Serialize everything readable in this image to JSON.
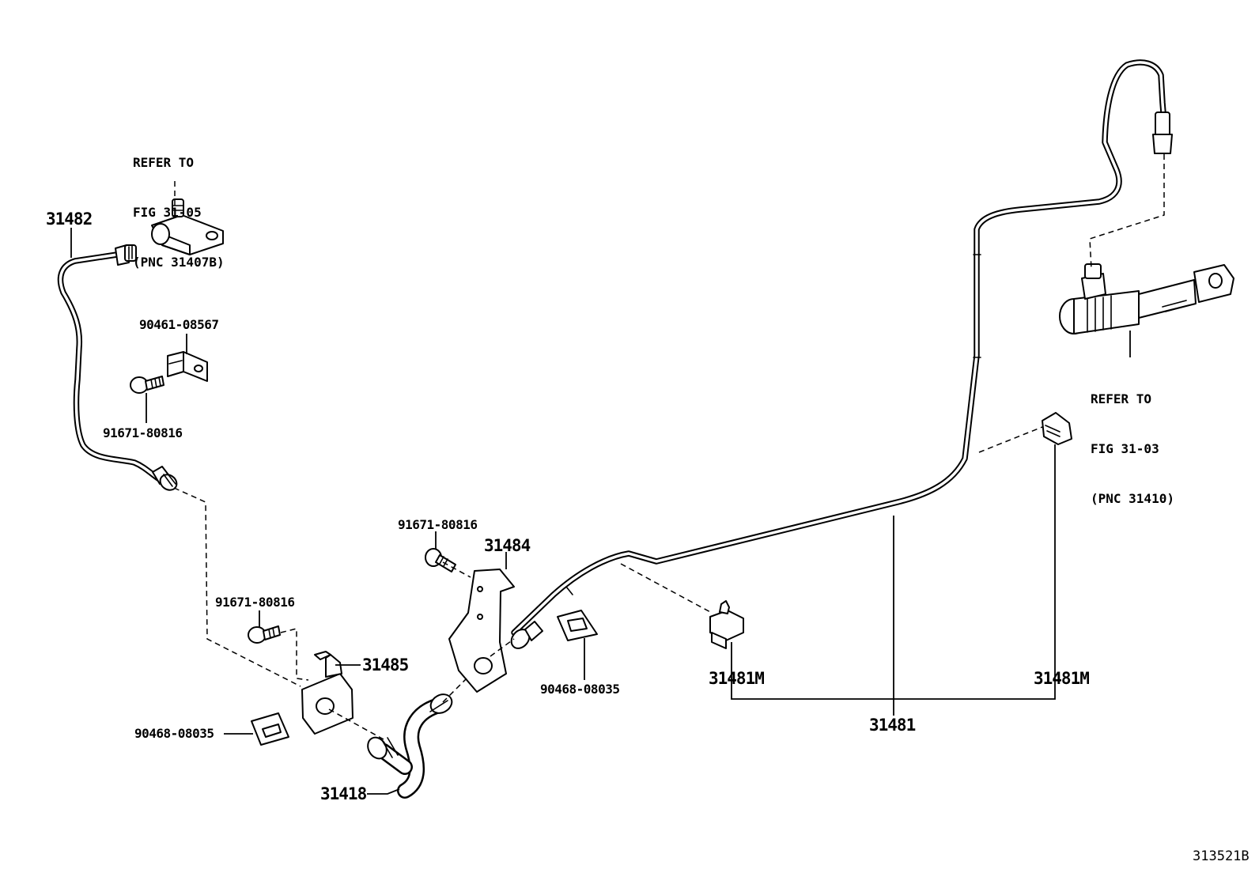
{
  "diagram": {
    "figure_id": "313521B",
    "refs": {
      "top_left": [
        "REFER TO",
        "FIG 31-05",
        "(PNC 31407B)"
      ],
      "right": [
        "REFER TO",
        "FIG 31-03",
        "(PNC 31410)"
      ]
    },
    "labels": {
      "p31482": "31482",
      "p90461": "90461-08567",
      "p91671_a": "91671-80816",
      "p91671_b": "91671-80816",
      "p91671_c": "91671-80816",
      "p31484": "31484",
      "p31485": "31485",
      "p90468_a": "90468-08035",
      "p90468_b": "90468-08035",
      "p31418": "31418",
      "p31481M_a": "31481M",
      "p31481M_b": "31481M",
      "p31481": "31481"
    }
  }
}
